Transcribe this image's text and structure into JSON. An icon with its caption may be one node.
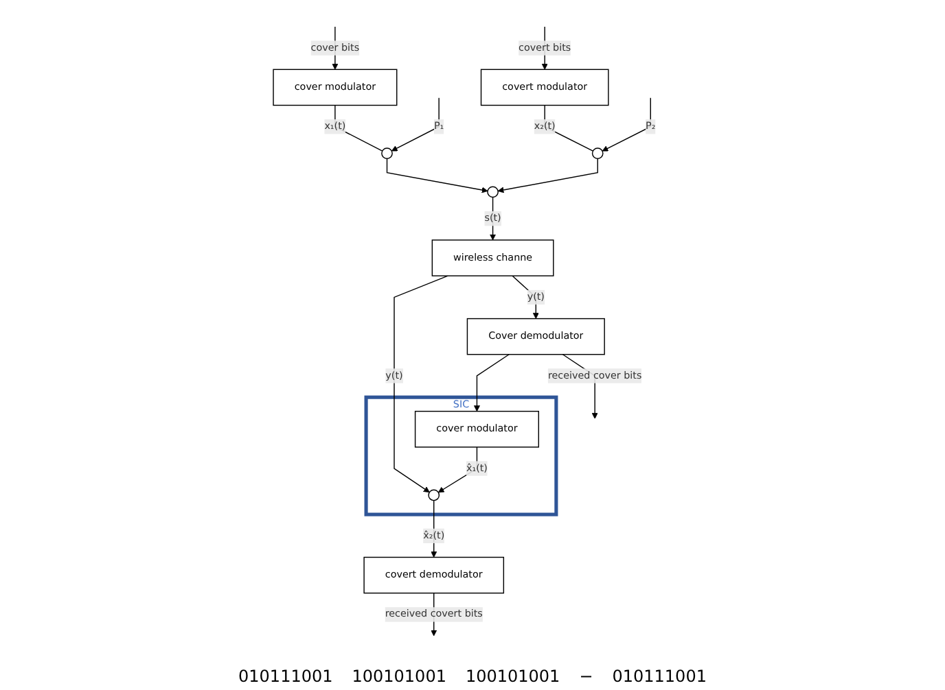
{
  "diagram": {
    "nodes": [
      {
        "text": [
          "cover modulator"
        ]
      },
      {
        "text": [
          "covert modulator"
        ]
      },
      {
        "text": [],
        "shape": "circle"
      },
      {
        "text": [],
        "shape": "circle"
      },
      {
        "text": [],
        "shape": "circle"
      },
      {
        "text": [
          "wireless channe"
        ]
      },
      {
        "text": [
          "covert demodulator"
        ]
      },
      {
        "text": [
          "SIC"
        ]
      },
      {
        "text": [
          "cover modulator"
        ],
        "in": 7
      },
      {
        "text": [],
        "shape": "circle",
        "in": 7
      },
      {
        "text": [
          "Cover demodulator"
        ]
      }
    ],
    "edges": [
      {
        "from": null,
        "to": 0,
        "arrow": "to",
        "label": "cover bits"
      },
      {
        "from": null,
        "to": 1,
        "arrow": "to",
        "label": "covert bits"
      },
      {
        "from": 0,
        "to": 2,
        "arrow": "none",
        "label": "x₁(t)"
      },
      {
        "from": null,
        "to": 2,
        "arrow": "to",
        "label": "P₁"
      },
      {
        "from": 1,
        "to": 3,
        "arrow": "none",
        "label": "x₂(t)"
      },
      {
        "from": null,
        "to": 3,
        "arrow": "to",
        "label": "P₂"
      },
      {
        "from": 2,
        "to": 4,
        "arrow": "to"
      },
      {
        "from": 3,
        "to": 4,
        "arrow": "to"
      },
      {
        "from": 4,
        "to": 5,
        "arrow": "to",
        "label": "s(t)"
      },
      {
        "from": 5,
        "to": 10,
        "arrow": "to",
        "label": "y(t)"
      },
      {
        "from": 5,
        "to": 9,
        "arrow": "to",
        "label": "y(t)"
      },
      {
        "from": 9,
        "to": 6,
        "arrow": "to",
        "label": "x̂₂(t)"
      },
      {
        "from": 6,
        "to": null,
        "arrow": "to",
        "label": "received covert bits"
      },
      {
        "from": 10,
        "to": 8,
        "arrow": "to"
      },
      {
        "from": 8,
        "to": 9,
        "arrow": "to",
        "label": "x̂₁(t)"
      },
      {
        "from": 10,
        "to": null,
        "arrow": "to",
        "label": "received cover bits"
      }
    ],
    "labels": [
      "010111001",
      "100101001",
      "100101001",
      "−",
      "010111001"
    ]
  }
}
